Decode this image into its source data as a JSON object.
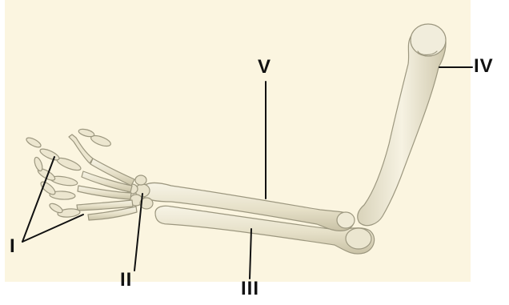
{
  "labels": {
    "i": "I",
    "ii": "II",
    "iii": "III",
    "iv": "IV",
    "v": "V"
  },
  "colors": {
    "background": "#fbf5e0",
    "bone_fill": "#ece7d2",
    "bone_outline": "#9c977f",
    "leader_line": "#111111"
  }
}
